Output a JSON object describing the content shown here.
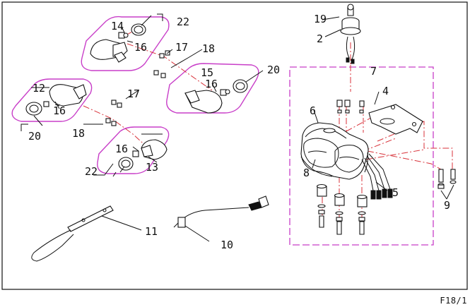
{
  "diagram": {
    "page_code": "F18/1",
    "callouts": {
      "c2": "2",
      "c4": "4",
      "c5": "5",
      "c6": "6",
      "c7": "7",
      "c8": "8",
      "c9": "9",
      "c10": "10",
      "c11": "11",
      "c12": "12",
      "c13": "13",
      "c14": "14",
      "c15": "15",
      "c16a": "16",
      "c16b": "16",
      "c16c": "16",
      "c16d": "16",
      "c17a": "17",
      "c17b": "17",
      "c18a": "18",
      "c18b": "18",
      "c19": "19",
      "c20a": "20",
      "c20b": "20",
      "c22a": "22",
      "c22b": "22"
    },
    "colors": {
      "group_outline": "#c83ec8",
      "assembly_chain": "#d8323a",
      "line_art": "#111111"
    }
  }
}
